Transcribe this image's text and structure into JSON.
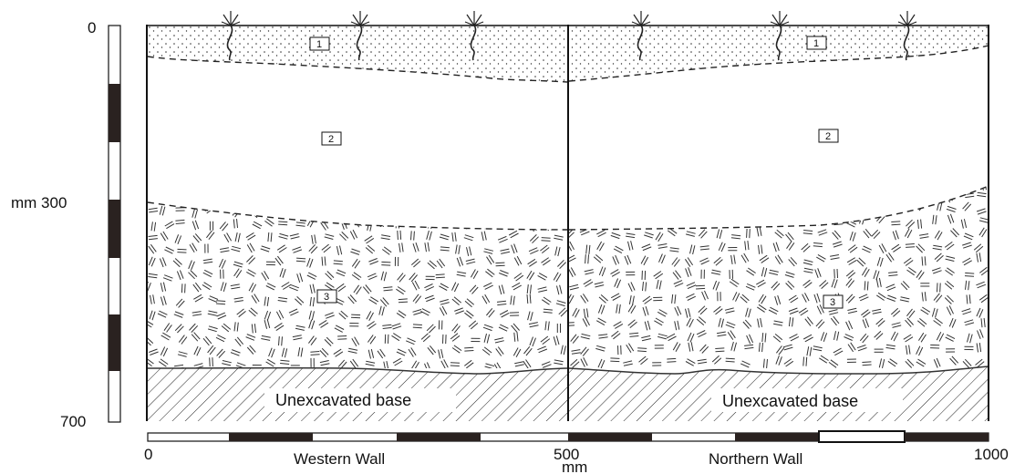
{
  "vertical_scale": {
    "top_label": "0",
    "mid_label": "mm 300",
    "bottom_label": "700"
  },
  "horizontal_scale": {
    "start_label": "0",
    "mid_label": "500",
    "mid_unit": "mm",
    "end_label": "1000"
  },
  "walls": [
    {
      "name": "Western Wall"
    },
    {
      "name": "Northern Wall"
    }
  ],
  "layers": {
    "western": [
      "1",
      "2",
      "3"
    ],
    "northern": [
      "1",
      "2",
      "3"
    ]
  },
  "base_label": "Unexcavated base",
  "colors": {
    "ink": "#111111",
    "fill_dark": "#2a2220"
  }
}
